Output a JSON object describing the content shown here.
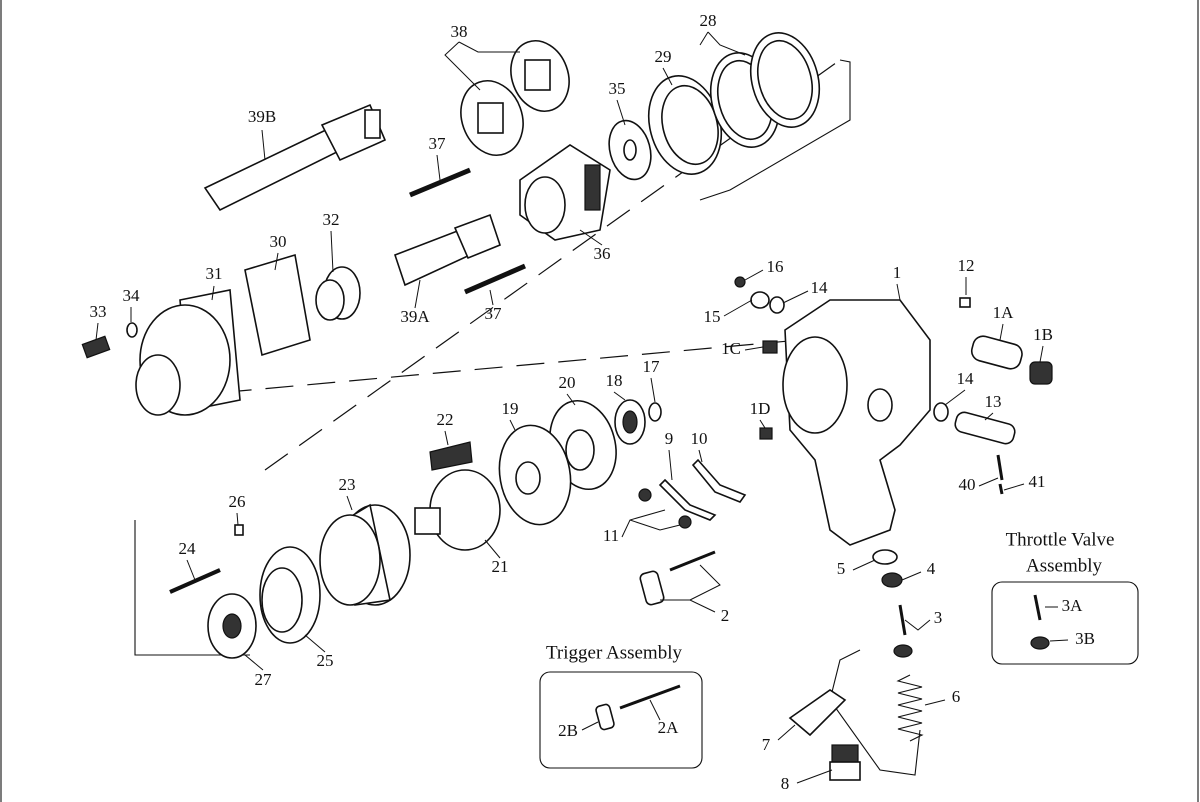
{
  "title": "Impact Wrench Exploded Parts Diagram",
  "labels": [
    "39B",
    "38",
    "28",
    "29",
    "35",
    "37",
    "32",
    "30",
    "31",
    "34",
    "33",
    "39A",
    "37",
    "36",
    "16",
    "1",
    "12",
    "15",
    "14",
    "1A",
    "1B",
    "1C",
    "20",
    "18",
    "17",
    "22",
    "19",
    "1D",
    "14",
    "13",
    "9",
    "10",
    "40",
    "41",
    "23",
    "26",
    "11",
    "21",
    "24",
    "5",
    "4",
    "3",
    "2",
    "27",
    "25",
    "2B",
    "2A",
    "6",
    "7",
    "8",
    "3A",
    "3B"
  ],
  "trigger_assembly": {
    "title": "Trigger Assembly"
  },
  "throttle_valve_assembly": {
    "title_line1": "Throttle Valve",
    "title_line2": "Assembly"
  }
}
